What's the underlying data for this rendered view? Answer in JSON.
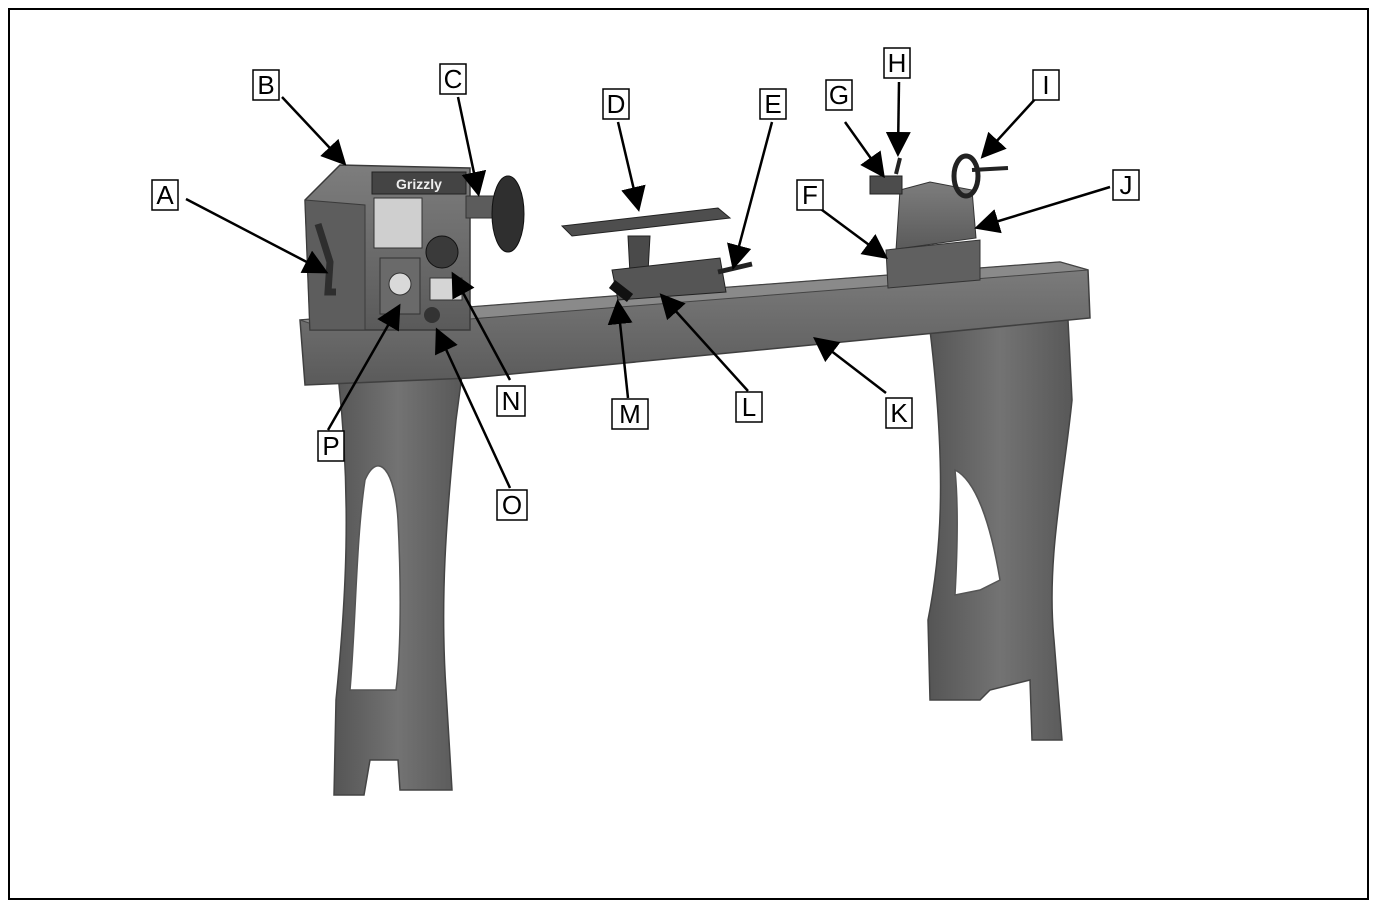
{
  "diagram": {
    "brand_label": "Grizzly",
    "callouts": [
      {
        "id": "A",
        "label": "A"
      },
      {
        "id": "B",
        "label": "B"
      },
      {
        "id": "C",
        "label": "C"
      },
      {
        "id": "D",
        "label": "D"
      },
      {
        "id": "E",
        "label": "E"
      },
      {
        "id": "F",
        "label": "F"
      },
      {
        "id": "G",
        "label": "G"
      },
      {
        "id": "H",
        "label": "H"
      },
      {
        "id": "I",
        "label": "I"
      },
      {
        "id": "J",
        "label": "J"
      },
      {
        "id": "K",
        "label": "K"
      },
      {
        "id": "L",
        "label": "L"
      },
      {
        "id": "M",
        "label": "M"
      },
      {
        "id": "N",
        "label": "N"
      },
      {
        "id": "O",
        "label": "O"
      },
      {
        "id": "P",
        "label": "P"
      }
    ]
  }
}
